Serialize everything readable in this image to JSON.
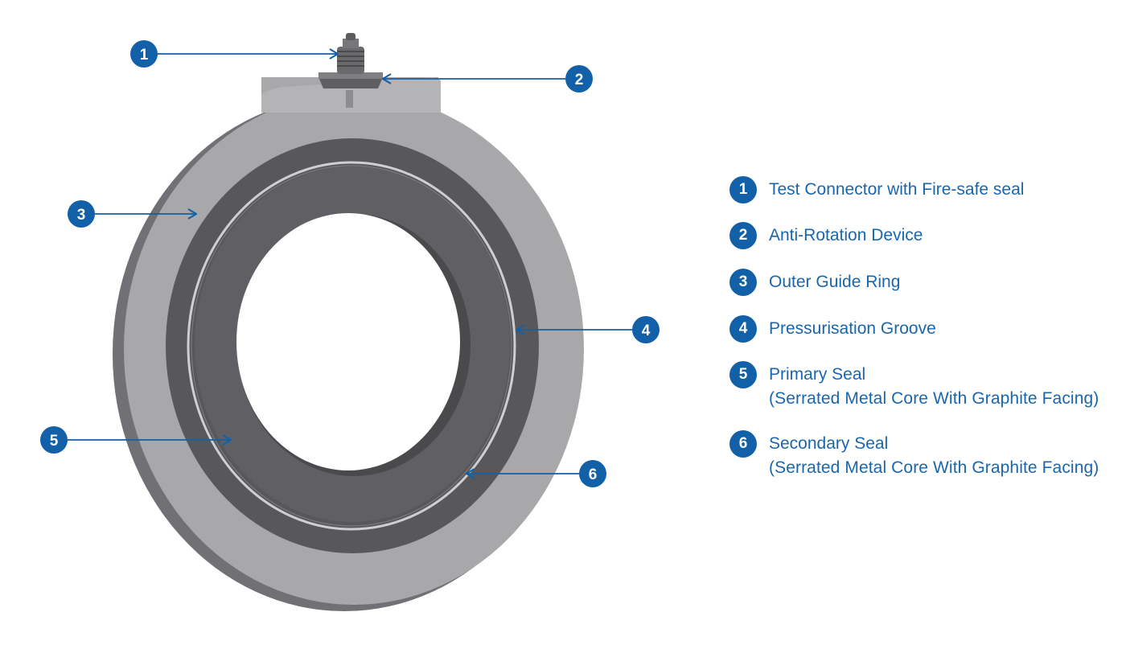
{
  "colors": {
    "accent": "#1160a8",
    "text": "#1a66ad",
    "ring_outer": "#a7a7aa",
    "ring_outer_edge": "#6f6f73",
    "seal_dark": "#59595c",
    "groove_light": "#c9c9cb"
  },
  "callouts": [
    {
      "number": "1",
      "target": "test-connector"
    },
    {
      "number": "2",
      "target": "anti-rotation-device"
    },
    {
      "number": "3",
      "target": "outer-guide-ring"
    },
    {
      "number": "4",
      "target": "pressurisation-groove"
    },
    {
      "number": "5",
      "target": "primary-seal"
    },
    {
      "number": "6",
      "target": "secondary-seal"
    }
  ],
  "legend": [
    {
      "number": "1",
      "label": "Test Connector with Fire-safe seal",
      "sub": ""
    },
    {
      "number": "2",
      "label": "Anti-Rotation Device",
      "sub": ""
    },
    {
      "number": "3",
      "label": "Outer Guide Ring",
      "sub": ""
    },
    {
      "number": "4",
      "label": "Pressurisation Groove",
      "sub": ""
    },
    {
      "number": "5",
      "label": "Primary Seal",
      "sub": "(Serrated Metal Core With Graphite Facing)"
    },
    {
      "number": "6",
      "label": "Secondary Seal",
      "sub": "(Serrated Metal Core With Graphite Facing)"
    }
  ]
}
